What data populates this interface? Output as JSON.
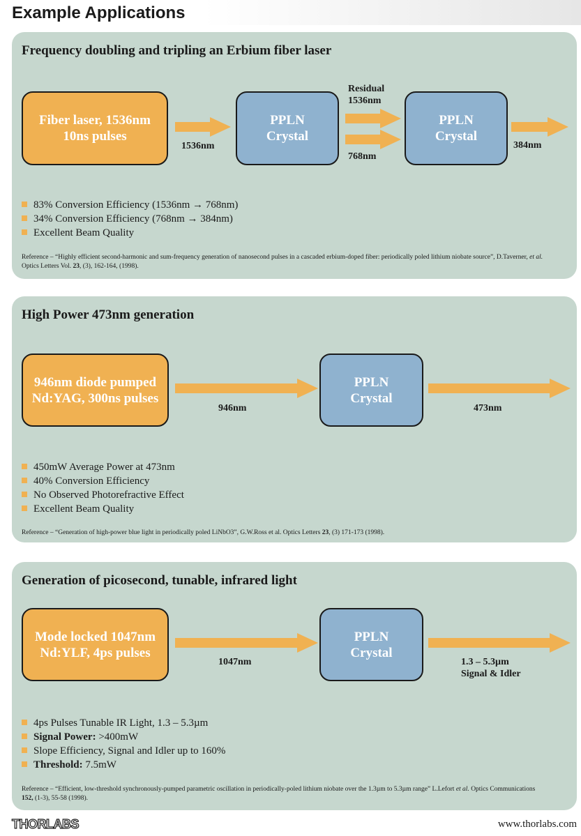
{
  "page": {
    "title": "Example Applications"
  },
  "panels": [
    {
      "title": "Frequency doubling and tripling an Erbium fiber laser",
      "source": "Fiber laser, 1536nm\n10ns pulses",
      "crystal1": "PPLN\nCrystal",
      "crystal2": "PPLN\nCrystal",
      "label_in": "1536nm",
      "label_residual": "Residual\n1536nm",
      "label_mid": "768nm",
      "label_out": "384nm",
      "bullets": [
        "83% Conversion Efficiency (1536nm → 768nm)",
        "34% Conversion Efficiency (768nm → 384nm)",
        "Excellent Beam Quality"
      ],
      "ref": {
        "prefix": "Reference – “Highly efficient second-harmonic and sum-frequency generation of nanosecond pulses in a cascaded erbium-doped fiber: periodically poled lithium niobate source”, D.Taverner, ",
        "etal": "et al.",
        "journal": " Optics Letters Vol. ",
        "vol": "23",
        "tail": ", (3), 162-164, (1998)."
      }
    },
    {
      "title": "High Power 473nm generation",
      "source": "946nm diode pumped\nNd:YAG, 300ns pulses",
      "crystal": "PPLN\nCrystal",
      "label_in": "946nm",
      "label_out": "473nm",
      "bullets": [
        "450mW Average Power at 473nm",
        "40% Conversion Efficiency",
        "No Observed Photorefractive Effect",
        "Excellent Beam Quality"
      ],
      "ref": {
        "prefix": "Reference – “Generation of high-power blue light in periodically poled LiNbO3”, G.W.Ross et al. Optics Letters ",
        "vol": "23",
        "tail": ", (3) 171-173 (1998)."
      }
    },
    {
      "title": "Generation of picosecond, tunable, infrared light",
      "source": "Mode locked 1047nm\nNd:YLF, 4ps pulses",
      "crystal": "PPLN\nCrystal",
      "label_in": "1047nm",
      "label_out": "1.3 – 5.3µm\nSignal & Idler",
      "bullets": [
        {
          "text": "4ps Pulses Tunable IR Light, 1.3 – 5.3µm"
        },
        {
          "bold": "Signal Power:",
          "text": " >400mW"
        },
        {
          "text": "Slope Efficiency, Signal and Idler up to 160%"
        },
        {
          "bold": "Threshold:",
          "text": " 7.5mW"
        }
      ],
      "ref": {
        "prefix": "Reference – “Efficient, low-threshold synchronously-pumped parametric oscillation in periodically-poled lithium niobate over the 1.3µm to 5.3µm range” L.Lefort ",
        "etal": "et al.",
        "journal": " Optics Communications ",
        "vol": "152,",
        "tail": " (1-3), 55-58 (1998)."
      }
    }
  ],
  "footer": {
    "logo": "THORLABS",
    "url": "www.thorlabs.com"
  },
  "colors": {
    "panel": "#c6d7ce",
    "orange": "#f0b152",
    "blue": "#8fb2cf"
  },
  "icons": {
    "arrow": "arrow-right-icon",
    "bullet": "square-bullet-icon"
  }
}
